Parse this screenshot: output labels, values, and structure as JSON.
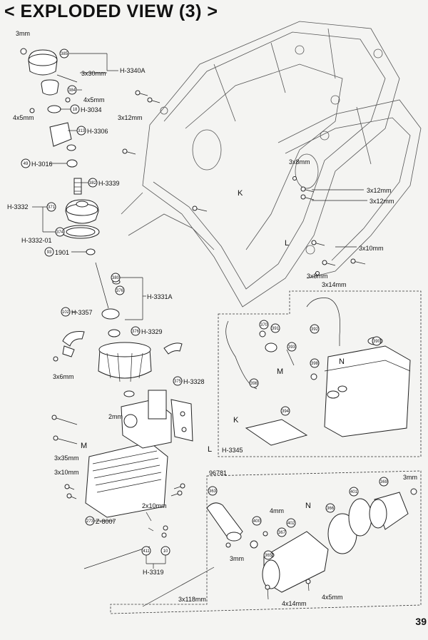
{
  "title": "< EXPLODED VIEW (3) >",
  "page_number": "39",
  "callouts": [
    {
      "num": "385",
      "code": "H-3340A",
      "dims": [
        "3x30mm",
        "3mm"
      ]
    },
    {
      "num": "384",
      "code": "",
      "dims": [
        "4x5mm",
        "4x5mm"
      ]
    },
    {
      "num": "18",
      "code": "H-3034",
      "dims": []
    },
    {
      "num": "313",
      "code": "H-3306",
      "dims": []
    },
    {
      "num": "49",
      "code": "H-3016",
      "dims": []
    },
    {
      "num": "382",
      "code": "H-3339",
      "dims": []
    },
    {
      "num": "371",
      "code": "H-3332",
      "dims": []
    },
    {
      "num": "374",
      "code": "H-3332-01",
      "dims": []
    },
    {
      "num": "93",
      "code": "1901",
      "dims": []
    },
    {
      "num": "380",
      "code": "H-3331A",
      "dims": []
    },
    {
      "num": "102",
      "code": "H-3357",
      "dims": [
        "3x6mm"
      ]
    },
    {
      "num": "376",
      "code": "H-3329",
      "dims": []
    },
    {
      "num": "375",
      "code": "H-3328",
      "dims": [
        "2mm"
      ]
    },
    {
      "num": "273",
      "code": "Z-8007",
      "dims": [
        "2x10mm"
      ]
    },
    {
      "num": "411",
      "code": "H-3319",
      "dims": [
        "3x118mm"
      ]
    },
    {
      "num": "394",
      "code": "H-3345",
      "dims": []
    },
    {
      "num": "365",
      "code": "96781",
      "dims": [
        "4mm",
        "3mm",
        "4x14mm",
        "4x5mm"
      ]
    }
  ],
  "labels": {
    "d_3mm_top": "3mm",
    "d_3x30": "3x30mm",
    "c_3340a": "H-3340A",
    "d_4x5_a": "4x5mm",
    "d_4x5_b": "4x5mm",
    "c_3034": "H-3034",
    "c_3306": "H-3306",
    "c_3016": "H-3016",
    "c_3339": "H-3339",
    "c_3332": "H-3332",
    "c_333201": "H-3332-01",
    "c_1901": "1901",
    "c_3331a": "H-3331A",
    "c_3357": "H-3357",
    "c_3329": "H-3329",
    "c_3328": "H-3328",
    "d_3x6": "3x6mm",
    "d_2mm": "2mm",
    "d_3x35": "3x35mm",
    "d_3x10_l": "3x10mm",
    "d_2x10": "2x10mm",
    "c_z8007": "Z-8007",
    "c_3319": "H-3319",
    "d_3x118": "3x118mm",
    "d_3x12_a": "3x12mm",
    "d_3x8_a": "3x8mm",
    "d_3x12_b": "3x12mm",
    "d_3x12_c": "3x12mm",
    "d_3x10_r": "3x10mm",
    "d_3x8_b": "3x8mm",
    "d_3x14": "3x14mm",
    "c_3345": "H-3345",
    "c_96781": "96781",
    "d_4mm": "4mm",
    "d_3mm_mid": "3mm",
    "d_3mm_right": "3mm",
    "d_4x14": "4x14mm",
    "d_4x5_c": "4x5mm",
    "k1": "K",
    "k2": "K",
    "l1": "L",
    "l2": "L",
    "m1": "M",
    "m2": "M",
    "n1": "N",
    "n2": "N",
    "n385": "385",
    "n384": "384",
    "n18": "18",
    "n313": "313",
    "n49": "49",
    "n382": "382",
    "n371": "371",
    "n374": "374",
    "n93": "93",
    "n380": "380",
    "n376b": "376",
    "n102": "102",
    "n376": "376",
    "n375": "375",
    "n273": "273",
    "n411": "411",
    "n10": "10",
    "n370": "370",
    "n391": "391",
    "n392": "392",
    "n393": "393",
    "n390": "390",
    "n398": "398",
    "n394": "394",
    "n363": "363",
    "n365": "365",
    "n366": "366",
    "n367": "367",
    "n369": "369",
    "n400": "400",
    "n401": "401",
    "n402": "402",
    "n398b": "398"
  }
}
